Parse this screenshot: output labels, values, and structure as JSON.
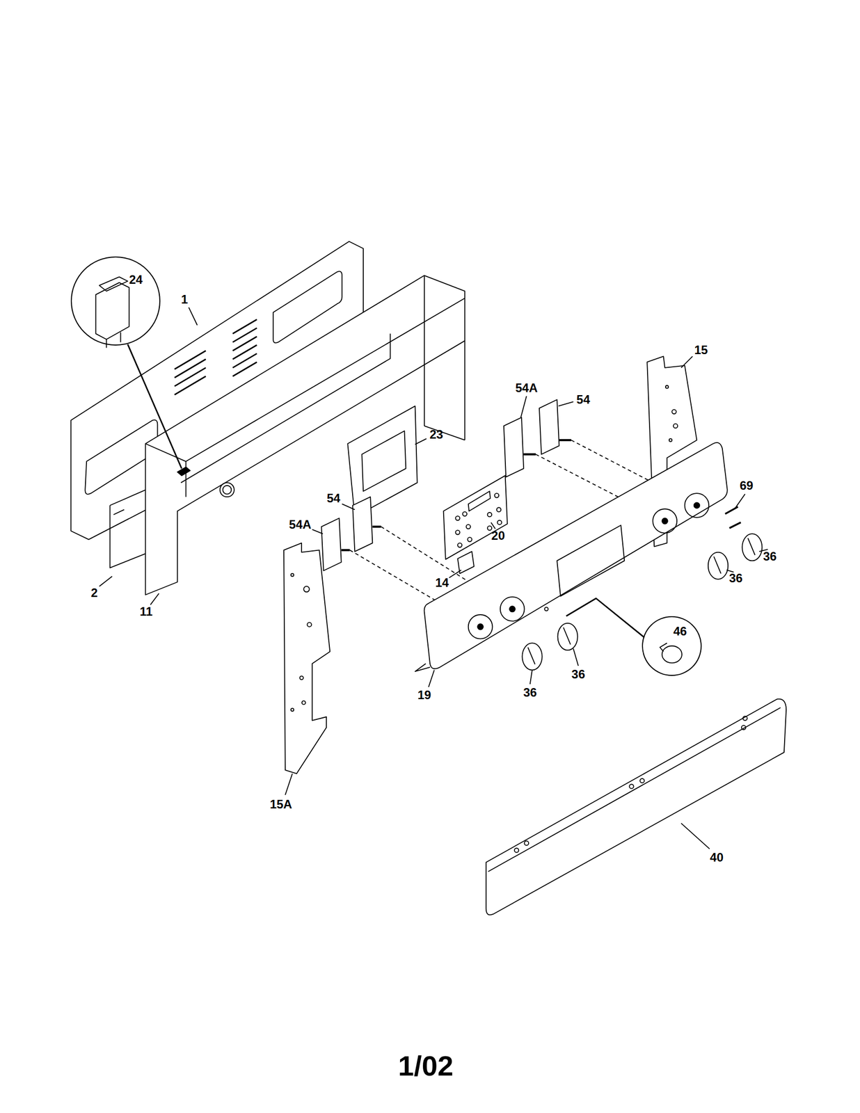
{
  "diagram": {
    "nodes": [
      {
        "text": [
          "24"
        ]
      },
      {
        "text": [
          "46"
        ]
      }
    ],
    "edges": [],
    "labels": [
      "1",
      "15",
      "54A",
      "54",
      "23",
      "54",
      "69",
      "20",
      "54A",
      "36",
      "36",
      "14",
      "2",
      "11",
      "36",
      "19",
      "36",
      "15A",
      "40",
      "1/02"
    ]
  }
}
